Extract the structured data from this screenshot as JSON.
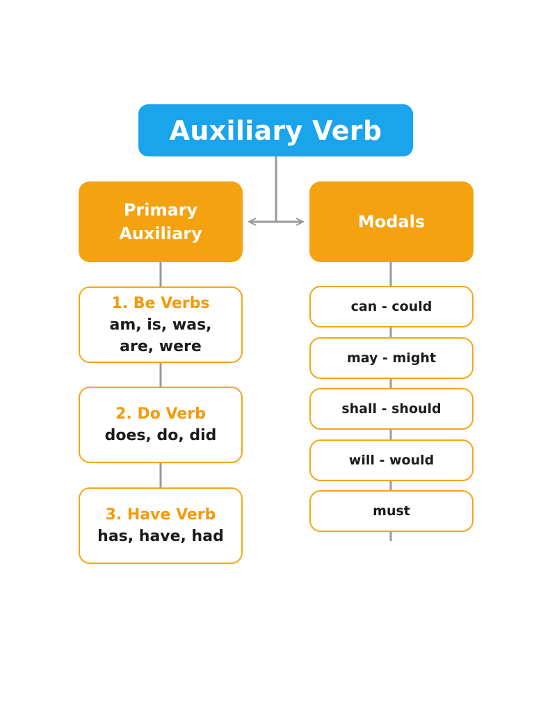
{
  "title": "Auxiliary Verb",
  "primary": {
    "label_line1": "Primary",
    "label_line2": "Auxiliary",
    "items": [
      {
        "title": "1. Be Verbs",
        "line1": "am, is, was,",
        "line2": "are, were"
      },
      {
        "title": "2. Do Verb",
        "line1": "does, do, did"
      },
      {
        "title": "3. Have Verb",
        "line1": "has, have, had"
      }
    ]
  },
  "modals": {
    "label": "Modals",
    "items": [
      "can - could",
      "may - might",
      "shall - should",
      "will - would",
      "must"
    ]
  },
  "colors": {
    "title_bg": "#1aa4ec",
    "category_bg": "#f4a20f",
    "item_border": "#f5a514",
    "item_title": "#f39a0c",
    "connector": "#9a9a9a"
  }
}
